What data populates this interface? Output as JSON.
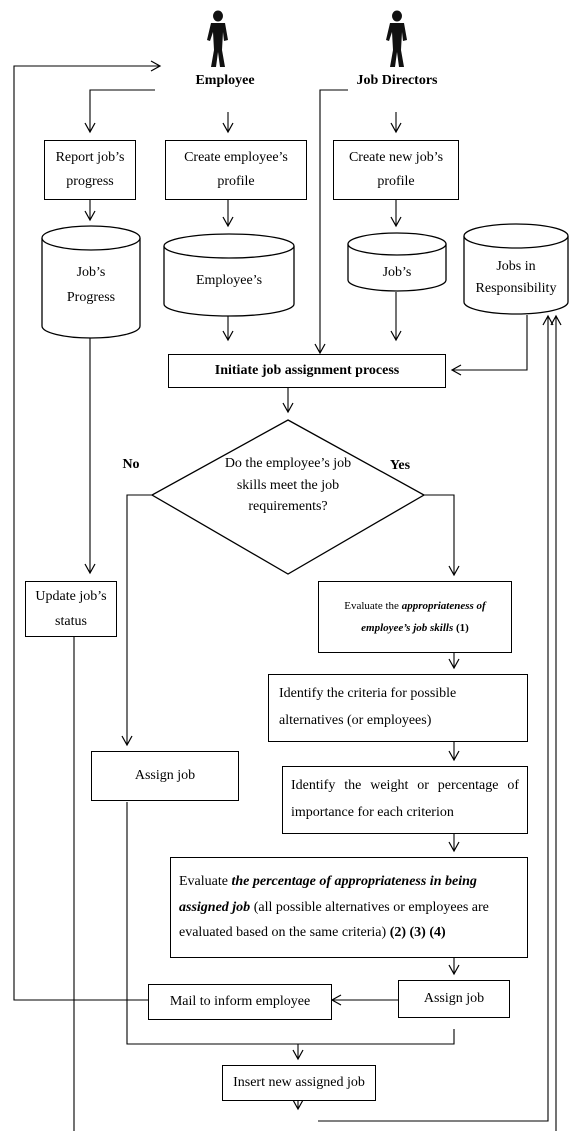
{
  "actors": {
    "employee": "Employee",
    "directors": "Job Directors"
  },
  "boxes": {
    "report": "Report job’s progress",
    "create_emp": "Create employee’s profile",
    "create_job": "Create new job’s profile",
    "initiate": "Initiate job assignment process",
    "update": "Update job’s status",
    "identify_criteria": "Identify the criteria for possible alternatives (or employees)",
    "identify_weight": "Identify the weight or percentage of importance for each criterion",
    "assign_left": "Assign job",
    "assign_right": "Assign job",
    "mail": "Mail to inform employee",
    "insert": "Insert new assigned job"
  },
  "eval1": {
    "pre": "Evaluate the ",
    "em": "appropriateness of employee’s job skills",
    "ref": " (1)"
  },
  "eval2": {
    "pre": "Evaluate ",
    "em": "the percentage of appropriateness in being assigned job",
    "post": " (all possible alternatives or employees are evaluated based on the same criteria) ",
    "refs": "(2) (3) (4)"
  },
  "cylinders": {
    "progress": "Job’s Progress",
    "employees": "Employee’s",
    "jobs": "Job’s",
    "responsibility": "Jobs in Responsibility"
  },
  "decision": {
    "question": "Do the employee’s job skills meet the job requirements?",
    "no": "No",
    "yes": "Yes"
  }
}
